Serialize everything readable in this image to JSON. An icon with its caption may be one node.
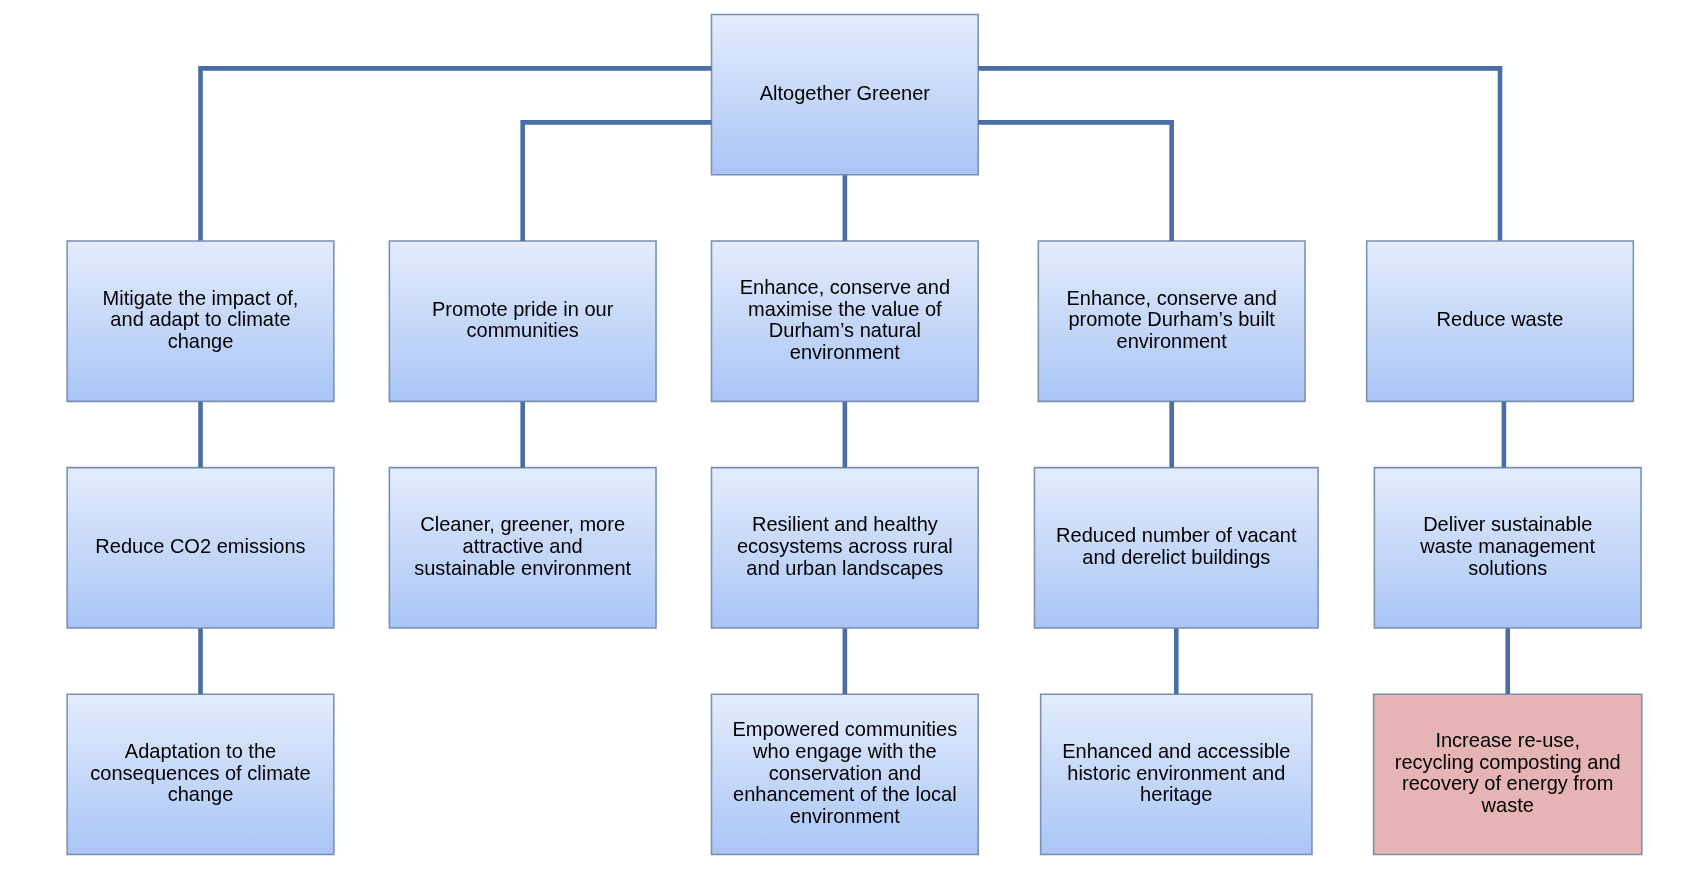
{
  "diagram": {
    "nodes": [
      {
        "text": [
          "Altogether Greener"
        ]
      },
      {
        "text": [
          "Mitigate the impact of, and adapt to climate change"
        ]
      },
      {
        "text": [
          "Promote pride in our communities"
        ]
      },
      {
        "text": [
          "Enhance, conserve and maximise the value of Durham’s natural environment"
        ]
      },
      {
        "text": [
          "Enhance, conserve and promote Durham’s built environment"
        ]
      },
      {
        "text": [
          "Reduce waste"
        ]
      },
      {
        "text": [
          "Reduce CO2 emissions"
        ]
      },
      {
        "text": [
          "Cleaner, greener, more attractive and sustainable environment"
        ]
      },
      {
        "text": [
          "Resilient and healthy ecosystems across rural and urban landscapes"
        ]
      },
      {
        "text": [
          "Reduced number of vacant and derelict buildings"
        ]
      },
      {
        "text": [
          "Deliver sustainable waste management solutions"
        ]
      },
      {
        "text": [
          "Adaptation to the consequences of climate change"
        ]
      },
      {
        "text": [
          "Empowered communities who engage with the conservation and enhancement of the local environment"
        ]
      },
      {
        "text": [
          "Enhanced and accessible historic environment and heritage"
        ]
      },
      {
        "text": [
          "Increase re-use, recycling composting and recovery of energy from waste"
        ]
      }
    ],
    "edges": [
      {
        "from": 0,
        "to": 1,
        "arrow": "none"
      },
      {
        "from": 0,
        "to": 2,
        "arrow": "none"
      },
      {
        "from": 0,
        "to": 3,
        "arrow": "none"
      },
      {
        "from": 0,
        "to": 4,
        "arrow": "none"
      },
      {
        "from": 0,
        "to": 5,
        "arrow": "none"
      },
      {
        "from": 1,
        "to": 6,
        "arrow": "none"
      },
      {
        "from": 2,
        "to": 7,
        "arrow": "none"
      },
      {
        "from": 3,
        "to": 8,
        "arrow": "none"
      },
      {
        "from": 4,
        "to": 9,
        "arrow": "none"
      },
      {
        "from": 5,
        "to": 10,
        "arrow": "none"
      },
      {
        "from": 6,
        "to": 11,
        "arrow": "none"
      },
      {
        "from": 8,
        "to": 12,
        "arrow": "none"
      },
      {
        "from": 9,
        "to": 13,
        "arrow": "none"
      },
      {
        "from": 10,
        "to": 14,
        "arrow": "none"
      }
    ]
  }
}
